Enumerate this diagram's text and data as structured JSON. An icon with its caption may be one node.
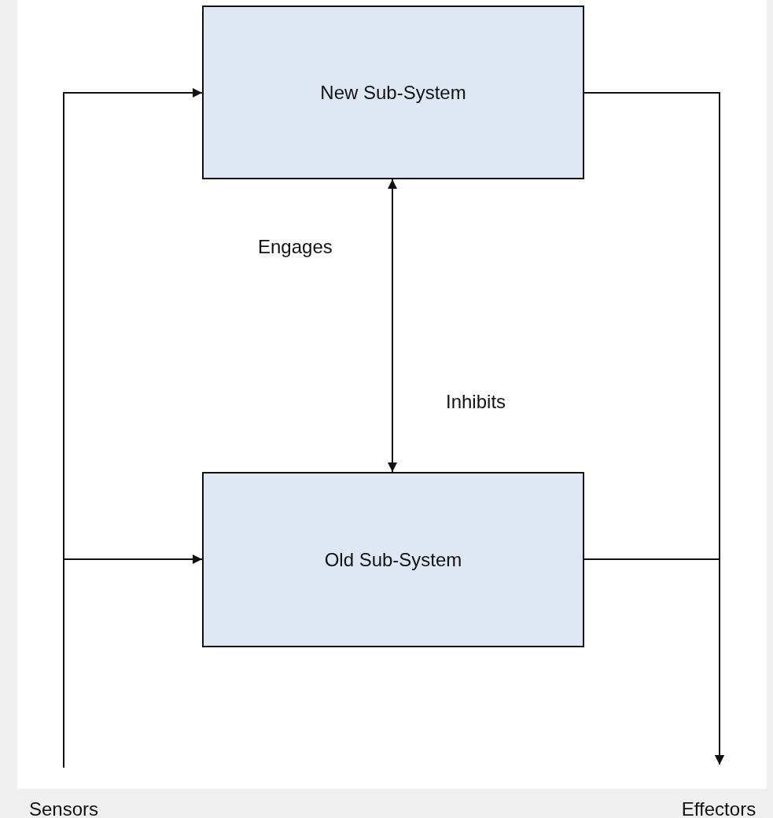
{
  "diagram": {
    "nodes": [
      {
        "text": [
          "New Sub-System"
        ]
      },
      {
        "text": [
          "Old Sub-System"
        ]
      },
      {
        "text": [
          "Sensors"
        ]
      },
      {
        "text": [
          "Effectors"
        ]
      }
    ],
    "edges": [
      {
        "from": 2,
        "to": 0,
        "arrow": "to"
      },
      {
        "from": 2,
        "to": 1,
        "arrow": "to"
      },
      {
        "from": 0,
        "to": 3,
        "arrow": "to"
      },
      {
        "from": 1,
        "to": 3,
        "arrow": "to"
      },
      {
        "from": 0,
        "to": 1,
        "arrow": "both"
      }
    ],
    "labels": [
      "Engages",
      "Inhibits"
    ]
  }
}
